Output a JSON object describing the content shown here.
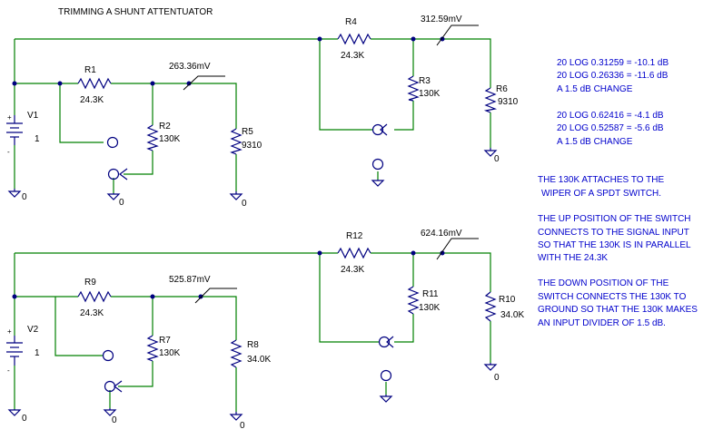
{
  "title": "TRIMMING A SHUNT ATTENTUATOR",
  "top": {
    "source": {
      "name": "V1",
      "value": "1",
      "plus": "+",
      "minus": "-",
      "gnd": "0"
    },
    "r1": {
      "name": "R1",
      "value": "24.3K"
    },
    "r2": {
      "name": "R2",
      "value": "130K"
    },
    "r5": {
      "name": "R5",
      "value": "9310"
    },
    "r4": {
      "name": "R4",
      "value": "24.3K"
    },
    "r3": {
      "name": "R3",
      "value": "130K"
    },
    "r6": {
      "name": "R6",
      "value": "9310"
    },
    "probe_left": "263.36mV",
    "probe_right": "312.59mV",
    "grounds": [
      "0",
      "0",
      "0",
      "0"
    ]
  },
  "bottom": {
    "source": {
      "name": "V2",
      "value": "1",
      "plus": "+",
      "minus": "-",
      "gnd": "0"
    },
    "r9": {
      "name": "R9",
      "value": "24.3K"
    },
    "r7": {
      "name": "R7",
      "value": "130K"
    },
    "r8": {
      "name": "R8",
      "value": "34.0K"
    },
    "r12": {
      "name": "R12",
      "value": "24.3K"
    },
    "r11": {
      "name": "R11",
      "value": "130K"
    },
    "r10": {
      "name": "R10",
      "value": "34.0K"
    },
    "probe_left": "525.87mV",
    "probe_right": "624.16mV",
    "grounds": [
      "0",
      "0",
      "0",
      "0"
    ]
  },
  "notes": {
    "calc1": [
      "20 LOG 0.31259 = -10.1 dB",
      "20 LOG 0.26336 = -11.6 dB",
      "A 1.5 dB CHANGE"
    ],
    "calc2": [
      "20 LOG 0.62416 = -4.1 dB",
      "20 LOG 0.52587 = -5.6 dB",
      "A 1.5 dB CHANGE"
    ],
    "para1": [
      "THE 130K ATTACHES TO THE",
      "WIPER OF A SPDT SWITCH."
    ],
    "para2": [
      "THE UP POSITION OF THE SWITCH",
      "CONNECTS TO THE SIGNAL INPUT",
      "SO THAT THE 130K IS IN PARALLEL",
      "WITH THE 24.3K"
    ],
    "para3": [
      "THE DOWN POSITION OF THE",
      "SWITCH  CONNECTS THE 130K TO",
      "GROUND SO THAT THE 130K  MAKES",
      "AN INPUT  DIVIDER OF 1.5 dB."
    ]
  },
  "colors": {
    "wire": "#008000",
    "component": "#000080",
    "note_text": "#0000cc"
  }
}
